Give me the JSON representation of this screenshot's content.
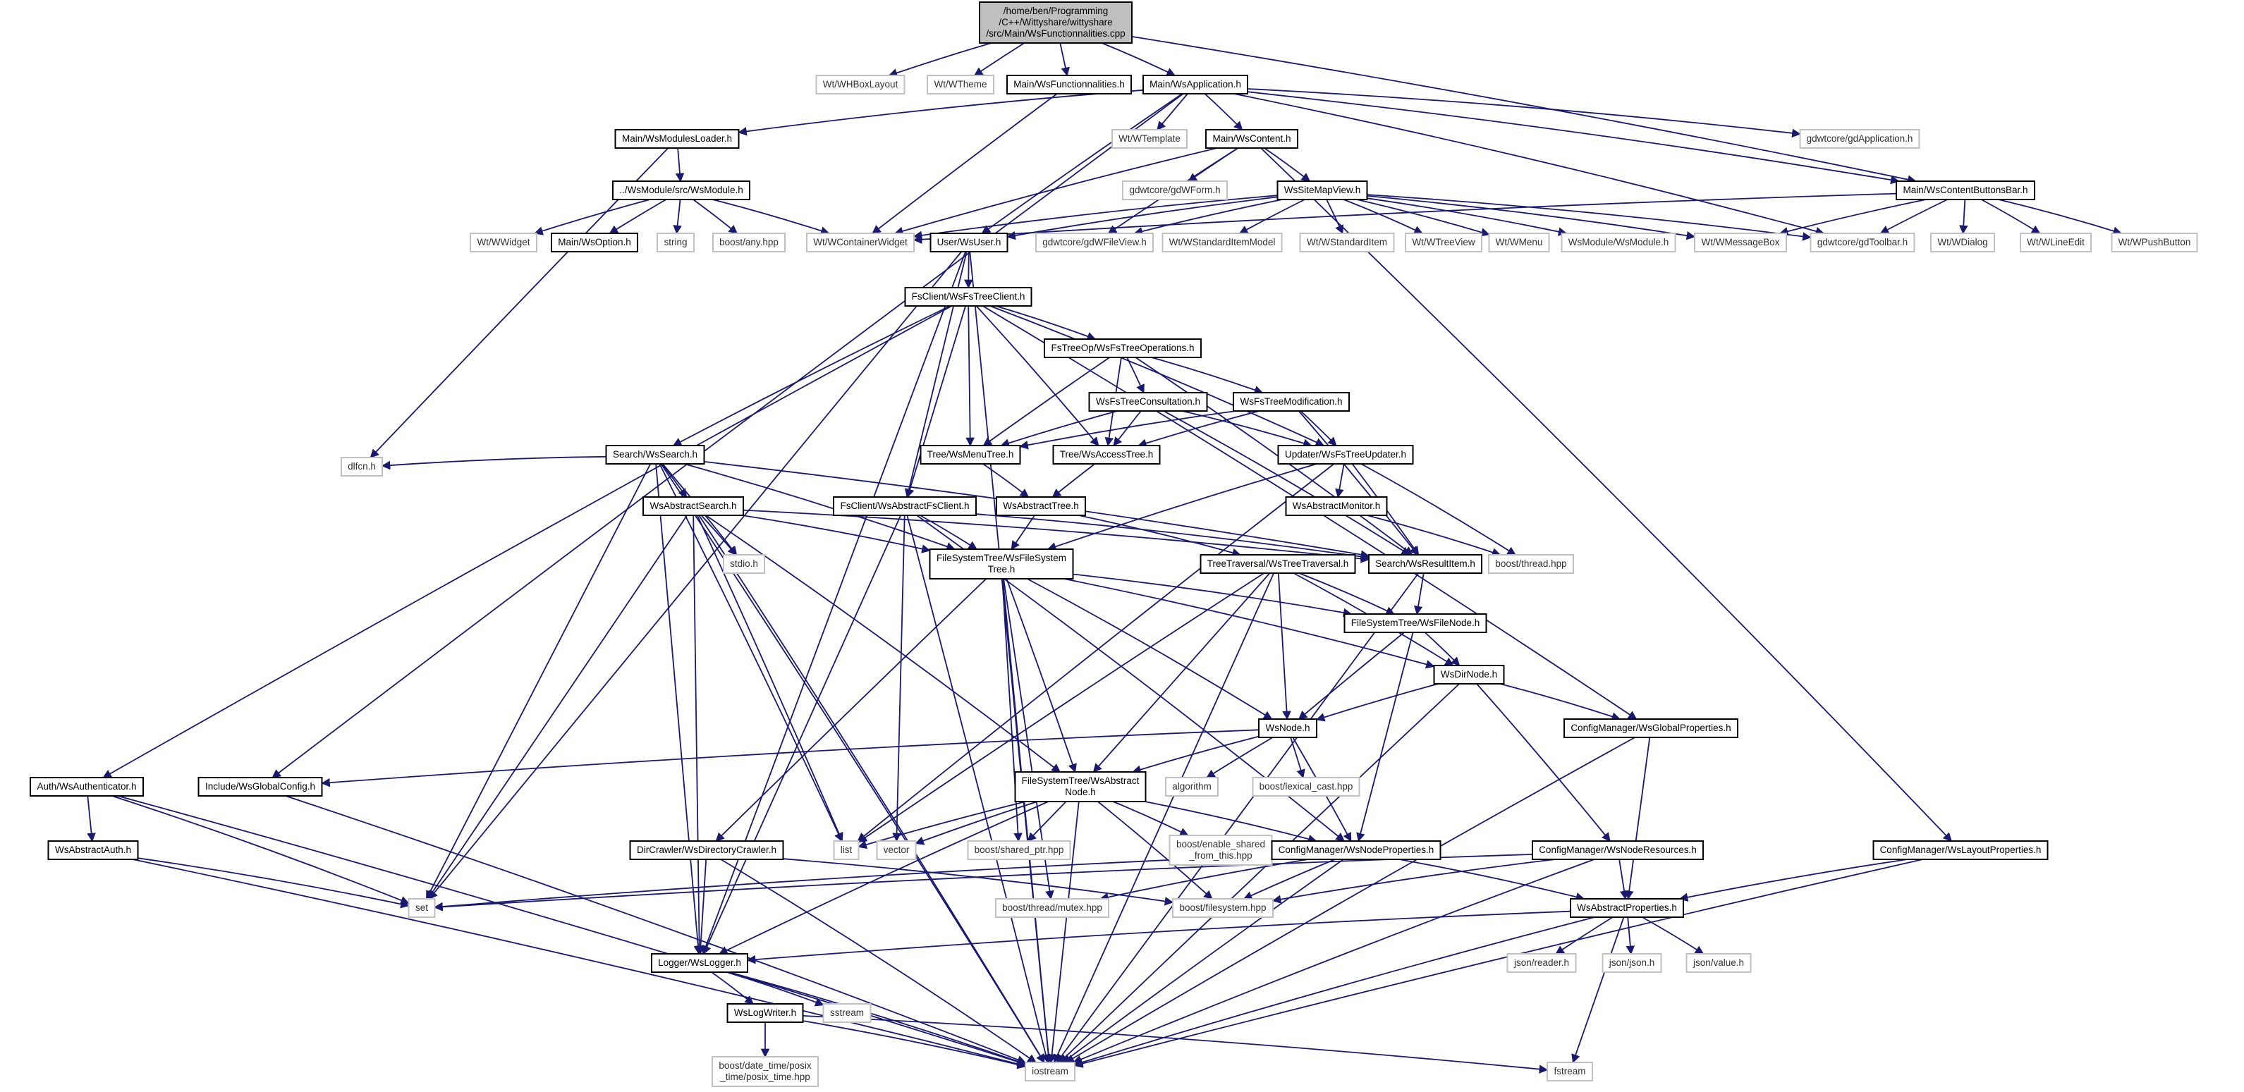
{
  "graph": {
    "root": "n_root",
    "colors": {
      "edge": "#191970",
      "local_border": "#000000",
      "external_border": "#c0c0c0",
      "root_fill": "#bfbfbf",
      "node_fill": "#ffffff"
    },
    "nodes": [
      {
        "id": "n_root",
        "label": "/home/ben/Programming\n/C++/Wittyshare/wittyshare\n/src/Main/WsFunctionnalities.cpp",
        "kind": "root"
      },
      {
        "id": "n_hbox",
        "label": "Wt/WHBoxLayout",
        "kind": "external"
      },
      {
        "id": "n_theme",
        "label": "Wt/WTheme",
        "kind": "external"
      },
      {
        "id": "n_wsfunc",
        "label": "Main/WsFunctionnalities.h",
        "kind": "local"
      },
      {
        "id": "n_wsapp",
        "label": "Main/WsApplication.h",
        "kind": "local"
      },
      {
        "id": "n_wscbb",
        "label": "Main/WsContentButtonsBar.h",
        "kind": "local"
      },
      {
        "id": "n_modloader",
        "label": "Main/WsModulesLoader.h",
        "kind": "local"
      },
      {
        "id": "n_wtemplate",
        "label": "Wt/WTemplate",
        "kind": "external"
      },
      {
        "id": "n_wscontent",
        "label": "Main/WsContent.h",
        "kind": "local"
      },
      {
        "id": "n_gdapp",
        "label": "gdwtcore/gdApplication.h",
        "kind": "external"
      },
      {
        "id": "n_wsmodule",
        "label": "../WsModule/src/WsModule.h",
        "kind": "local"
      },
      {
        "id": "n_gdwform",
        "label": "gdwtcore/gdWForm.h",
        "kind": "external"
      },
      {
        "id": "n_sitemap",
        "label": "WsSiteMapView.h",
        "kind": "local"
      },
      {
        "id": "n_wwidget",
        "label": "Wt/WWidget",
        "kind": "external"
      },
      {
        "id": "n_wsoption",
        "label": "Main/WsOption.h",
        "kind": "local"
      },
      {
        "id": "n_string",
        "label": "string",
        "kind": "external"
      },
      {
        "id": "n_boostany",
        "label": "boost/any.hpp",
        "kind": "external"
      },
      {
        "id": "n_wcontainer",
        "label": "Wt/WContainerWidget",
        "kind": "external"
      },
      {
        "id": "n_wsuser",
        "label": "User/WsUser.h",
        "kind": "local"
      },
      {
        "id": "n_gdfileview",
        "label": "gdwtcore/gdWFileView.h",
        "kind": "external"
      },
      {
        "id": "n_stditemmodel",
        "label": "Wt/WStandardItemModel",
        "kind": "external"
      },
      {
        "id": "n_stditem",
        "label": "Wt/WStandardItem",
        "kind": "external"
      },
      {
        "id": "n_wtreeview",
        "label": "Wt/WTreeView",
        "kind": "external"
      },
      {
        "id": "n_wmenu",
        "label": "Wt/WMenu",
        "kind": "external"
      },
      {
        "id": "n_wsmodmodule",
        "label": "WsModule/WsModule.h",
        "kind": "external"
      },
      {
        "id": "n_wmsgbox",
        "label": "Wt/WMessageBox",
        "kind": "external"
      },
      {
        "id": "n_gdtoolbar",
        "label": "gdwtcore/gdToolbar.h",
        "kind": "external"
      },
      {
        "id": "n_wdialog",
        "label": "Wt/WDialog",
        "kind": "external"
      },
      {
        "id": "n_wlineedit",
        "label": "Wt/WLineEdit",
        "kind": "external"
      },
      {
        "id": "n_wpushbutton",
        "label": "Wt/WPushButton",
        "kind": "external"
      },
      {
        "id": "n_fstreeclient",
        "label": "FsClient/WsFsTreeClient.h",
        "kind": "local"
      },
      {
        "id": "n_fstreeops",
        "label": "FsTreeOp/WsFsTreeOperations.h",
        "kind": "local"
      },
      {
        "id": "n_fsconsult",
        "label": "WsFsTreeConsultation.h",
        "kind": "local"
      },
      {
        "id": "n_fsmodif",
        "label": "WsFsTreeModification.h",
        "kind": "local"
      },
      {
        "id": "n_search",
        "label": "Search/WsSearch.h",
        "kind": "local"
      },
      {
        "id": "n_menutree",
        "label": "Tree/WsMenuTree.h",
        "kind": "local"
      },
      {
        "id": "n_accesstree",
        "label": "Tree/WsAccessTree.h",
        "kind": "local"
      },
      {
        "id": "n_updater",
        "label": "Updater/WsFsTreeUpdater.h",
        "kind": "local"
      },
      {
        "id": "n_dlfcn",
        "label": "dlfcn.h",
        "kind": "external"
      },
      {
        "id": "n_abssearch",
        "label": "WsAbstractSearch.h",
        "kind": "local"
      },
      {
        "id": "n_absfsclient",
        "label": "FsClient/WsAbstractFsClient.h",
        "kind": "local"
      },
      {
        "id": "n_abstree",
        "label": "WsAbstractTree.h",
        "kind": "local"
      },
      {
        "id": "n_absmonitor",
        "label": "WsAbstractMonitor.h",
        "kind": "local"
      },
      {
        "id": "n_stdio",
        "label": "stdio.h",
        "kind": "external"
      },
      {
        "id": "n_fstree",
        "label": "FileSystemTree/WsFileSystem\nTree.h",
        "kind": "local"
      },
      {
        "id": "n_resultitem",
        "label": "Search/WsResultItem.h",
        "kind": "local"
      },
      {
        "id": "n_boostthread",
        "label": "boost/thread.hpp",
        "kind": "external"
      },
      {
        "id": "n_treetrav",
        "label": "TreeTraversal/WsTreeTraversal.h",
        "kind": "local"
      },
      {
        "id": "n_filenode",
        "label": "FileSystemTree/WsFileNode.h",
        "kind": "local"
      },
      {
        "id": "n_dirnode",
        "label": "WsDirNode.h",
        "kind": "local"
      },
      {
        "id": "n_wsnode",
        "label": "WsNode.h",
        "kind": "local"
      },
      {
        "id": "n_globalprops",
        "label": "ConfigManager/WsGlobalProperties.h",
        "kind": "local"
      },
      {
        "id": "n_authn",
        "label": "Auth/WsAuthenticator.h",
        "kind": "local"
      },
      {
        "id": "n_globalconfig",
        "label": "Include/WsGlobalConfig.h",
        "kind": "local"
      },
      {
        "id": "n_absnode",
        "label": "FileSystemTree/WsAbstract\nNode.h",
        "kind": "local"
      },
      {
        "id": "n_algorithm",
        "label": "algorithm",
        "kind": "external"
      },
      {
        "id": "n_lexcast",
        "label": "boost/lexical_cast.hpp",
        "kind": "external"
      },
      {
        "id": "n_absauth",
        "label": "WsAbstractAuth.h",
        "kind": "local"
      },
      {
        "id": "n_dircrawler",
        "label": "DirCrawler/WsDirectoryCrawler.h",
        "kind": "local"
      },
      {
        "id": "n_list",
        "label": "list",
        "kind": "external"
      },
      {
        "id": "n_vector",
        "label": "vector",
        "kind": "external"
      },
      {
        "id": "n_sharedptr",
        "label": "boost/shared_ptr.hpp",
        "kind": "external"
      },
      {
        "id": "n_enableshared",
        "label": "boost/enable_shared\n_from_this.hpp",
        "kind": "external"
      },
      {
        "id": "n_nodeprops",
        "label": "ConfigManager/WsNodeProperties.h",
        "kind": "local"
      },
      {
        "id": "n_noderes",
        "label": "ConfigManager/WsNodeResources.h",
        "kind": "local"
      },
      {
        "id": "n_layoutprops",
        "label": "ConfigManager/WsLayoutProperties.h",
        "kind": "local"
      },
      {
        "id": "n_set",
        "label": "set",
        "kind": "external"
      },
      {
        "id": "n_mutex",
        "label": "boost/thread/mutex.hpp",
        "kind": "external"
      },
      {
        "id": "n_filesystem",
        "label": "boost/filesystem.hpp",
        "kind": "external"
      },
      {
        "id": "n_absprops",
        "label": "WsAbstractProperties.h",
        "kind": "local"
      },
      {
        "id": "n_logger",
        "label": "Logger/WsLogger.h",
        "kind": "local"
      },
      {
        "id": "n_jsonreader",
        "label": "json/reader.h",
        "kind": "external"
      },
      {
        "id": "n_jsonjson",
        "label": "json/json.h",
        "kind": "external"
      },
      {
        "id": "n_jsonvalue",
        "label": "json/value.h",
        "kind": "external"
      },
      {
        "id": "n_logwriter",
        "label": "WsLogWriter.h",
        "kind": "local"
      },
      {
        "id": "n_sstream",
        "label": "sstream",
        "kind": "external"
      },
      {
        "id": "n_posixtime",
        "label": "boost/date_time/posix\n_time/posix_time.hpp",
        "kind": "external"
      },
      {
        "id": "n_iostream",
        "label": "iostream",
        "kind": "external"
      },
      {
        "id": "n_fstream",
        "label": "fstream",
        "kind": "external"
      }
    ],
    "edges": [
      [
        "n_root",
        "n_hbox"
      ],
      [
        "n_root",
        "n_theme"
      ],
      [
        "n_root",
        "n_wsfunc"
      ],
      [
        "n_root",
        "n_wsapp"
      ],
      [
        "n_root",
        "n_wscbb"
      ],
      [
        "n_wsfunc",
        "n_wcontainer"
      ],
      [
        "n_wsapp",
        "n_modloader"
      ],
      [
        "n_wsapp",
        "n_wtemplate"
      ],
      [
        "n_wsapp",
        "n_wscontent"
      ],
      [
        "n_wsapp",
        "n_gdapp"
      ],
      [
        "n_wsapp",
        "n_wscbb"
      ],
      [
        "n_wsapp",
        "n_globalconfig"
      ],
      [
        "n_wsapp",
        "n_wsuser"
      ],
      [
        "n_wsapp",
        "n_gdtoolbar"
      ],
      [
        "n_modloader",
        "n_wsmodule"
      ],
      [
        "n_modloader",
        "n_dlfcn"
      ],
      [
        "n_wsmodule",
        "n_wwidget"
      ],
      [
        "n_wsmodule",
        "n_wsoption"
      ],
      [
        "n_wsmodule",
        "n_string"
      ],
      [
        "n_wsmodule",
        "n_boostany"
      ],
      [
        "n_wsmodule",
        "n_wcontainer"
      ],
      [
        "n_wscontent",
        "n_gdwform"
      ],
      [
        "n_wscontent",
        "n_sitemap"
      ],
      [
        "n_wscontent",
        "n_wcontainer"
      ],
      [
        "n_wscontent",
        "n_gdfileview"
      ],
      [
        "n_wscontent",
        "n_layoutprops"
      ],
      [
        "n_sitemap",
        "n_wcontainer"
      ],
      [
        "n_sitemap",
        "n_gdfileview"
      ],
      [
        "n_sitemap",
        "n_stditemmodel"
      ],
      [
        "n_sitemap",
        "n_stditem"
      ],
      [
        "n_sitemap",
        "n_wtreeview"
      ],
      [
        "n_sitemap",
        "n_wmenu"
      ],
      [
        "n_sitemap",
        "n_wsmodmodule"
      ],
      [
        "n_sitemap",
        "n_wmsgbox"
      ],
      [
        "n_sitemap",
        "n_gdtoolbar"
      ],
      [
        "n_sitemap",
        "n_wsuser"
      ],
      [
        "n_wscbb",
        "n_wcontainer"
      ],
      [
        "n_wscbb",
        "n_wmsgbox"
      ],
      [
        "n_wscbb",
        "n_gdtoolbar"
      ],
      [
        "n_wscbb",
        "n_wdialog"
      ],
      [
        "n_wscbb",
        "n_wlineedit"
      ],
      [
        "n_wscbb",
        "n_wpushbutton"
      ],
      [
        "n_wsuser",
        "n_fstreeclient"
      ],
      [
        "n_wsuser",
        "n_absfsclient"
      ],
      [
        "n_wsuser",
        "n_logger"
      ],
      [
        "n_wsuser",
        "n_set"
      ],
      [
        "n_wsuser",
        "n_iostream"
      ],
      [
        "n_fstreeclient",
        "n_fstreeops"
      ],
      [
        "n_fstreeclient",
        "n_search"
      ],
      [
        "n_fstreeclient",
        "n_menutree"
      ],
      [
        "n_fstreeclient",
        "n_accesstree"
      ],
      [
        "n_fstreeclient",
        "n_updater"
      ],
      [
        "n_fstreeclient",
        "n_absfsclient"
      ],
      [
        "n_fstreeclient",
        "n_authn"
      ],
      [
        "n_fstreeclient",
        "n_globalprops"
      ],
      [
        "n_fstreeops",
        "n_fsconsult"
      ],
      [
        "n_fstreeops",
        "n_fsmodif"
      ],
      [
        "n_fstreeops",
        "n_menutree"
      ],
      [
        "n_fstreeops",
        "n_accesstree"
      ],
      [
        "n_fstreeops",
        "n_resultitem"
      ],
      [
        "n_fsconsult",
        "n_menutree"
      ],
      [
        "n_fsconsult",
        "n_accesstree"
      ],
      [
        "n_fsconsult",
        "n_updater"
      ],
      [
        "n_fsconsult",
        "n_resultitem"
      ],
      [
        "n_fsmodif",
        "n_menutree"
      ],
      [
        "n_fsmodif",
        "n_accesstree"
      ],
      [
        "n_fsmodif",
        "n_updater"
      ],
      [
        "n_fsmodif",
        "n_resultitem"
      ],
      [
        "n_menutree",
        "n_abstree"
      ],
      [
        "n_accesstree",
        "n_abstree"
      ],
      [
        "n_updater",
        "n_absmonitor"
      ],
      [
        "n_updater",
        "n_boostthread"
      ],
      [
        "n_updater",
        "n_fstree"
      ],
      [
        "n_updater",
        "n_resultitem"
      ],
      [
        "n_updater",
        "n_list"
      ],
      [
        "n_absmonitor",
        "n_boostthread"
      ],
      [
        "n_search",
        "n_abssearch"
      ],
      [
        "n_search",
        "n_dlfcn"
      ],
      [
        "n_search",
        "n_stdio"
      ],
      [
        "n_search",
        "n_fstree"
      ],
      [
        "n_search",
        "n_resultitem"
      ],
      [
        "n_search",
        "n_set"
      ],
      [
        "n_search",
        "n_list"
      ],
      [
        "n_search",
        "n_logger"
      ],
      [
        "n_search",
        "n_iostream"
      ],
      [
        "n_abssearch",
        "n_stdio"
      ],
      [
        "n_abssearch",
        "n_fstree"
      ],
      [
        "n_abssearch",
        "n_resultitem"
      ],
      [
        "n_abssearch",
        "n_set"
      ],
      [
        "n_abssearch",
        "n_list"
      ],
      [
        "n_abssearch",
        "n_logger"
      ],
      [
        "n_abssearch",
        "n_iostream"
      ],
      [
        "n_abssearch",
        "n_absnode"
      ],
      [
        "n_absfsclient",
        "n_fstree"
      ],
      [
        "n_absfsclient",
        "n_resultitem"
      ],
      [
        "n_absfsclient",
        "n_nodeprops"
      ],
      [
        "n_absfsclient",
        "n_vector"
      ],
      [
        "n_absfsclient",
        "n_logger"
      ],
      [
        "n_absfsclient",
        "n_iostream"
      ],
      [
        "n_abstree",
        "n_fstree"
      ],
      [
        "n_abstree",
        "n_treetrav"
      ],
      [
        "n_fstree",
        "n_filenode"
      ],
      [
        "n_fstree",
        "n_dirnode"
      ],
      [
        "n_fstree",
        "n_wsnode"
      ],
      [
        "n_fstree",
        "n_absnode"
      ],
      [
        "n_fstree",
        "n_dircrawler"
      ],
      [
        "n_fstree",
        "n_sharedptr"
      ],
      [
        "n_fstree",
        "n_mutex"
      ],
      [
        "n_fstree",
        "n_iostream"
      ],
      [
        "n_resultitem",
        "n_filenode"
      ],
      [
        "n_resultitem",
        "n_iostream"
      ],
      [
        "n_treetrav",
        "n_filenode"
      ],
      [
        "n_treetrav",
        "n_dirnode"
      ],
      [
        "n_treetrav",
        "n_wsnode"
      ],
      [
        "n_treetrav",
        "n_absnode"
      ],
      [
        "n_treetrav",
        "n_list"
      ],
      [
        "n_treetrav",
        "n_iostream"
      ],
      [
        "n_filenode",
        "n_dirnode"
      ],
      [
        "n_filenode",
        "n_wsnode"
      ],
      [
        "n_filenode",
        "n_nodeprops"
      ],
      [
        "n_dirnode",
        "n_wsnode"
      ],
      [
        "n_dirnode",
        "n_globalprops"
      ],
      [
        "n_dirnode",
        "n_noderes"
      ],
      [
        "n_dirnode",
        "n_iostream"
      ],
      [
        "n_wsnode",
        "n_absnode"
      ],
      [
        "n_wsnode",
        "n_algorithm"
      ],
      [
        "n_wsnode",
        "n_lexcast"
      ],
      [
        "n_wsnode",
        "n_nodeprops"
      ],
      [
        "n_wsnode",
        "n_globalconfig"
      ],
      [
        "n_globalprops",
        "n_absprops"
      ],
      [
        "n_globalprops",
        "n_iostream"
      ],
      [
        "n_authn",
        "n_absauth"
      ],
      [
        "n_authn",
        "n_set"
      ],
      [
        "n_authn",
        "n_iostream"
      ],
      [
        "n_globalconfig",
        "n_iostream"
      ],
      [
        "n_absauth",
        "n_set"
      ],
      [
        "n_absauth",
        "n_iostream"
      ],
      [
        "n_absnode",
        "n_list"
      ],
      [
        "n_absnode",
        "n_vector"
      ],
      [
        "n_absnode",
        "n_sharedptr"
      ],
      [
        "n_absnode",
        "n_enableshared"
      ],
      [
        "n_absnode",
        "n_nodeprops"
      ],
      [
        "n_absnode",
        "n_filesystem"
      ],
      [
        "n_absnode",
        "n_logger"
      ],
      [
        "n_absnode",
        "n_iostream"
      ],
      [
        "n_dircrawler",
        "n_logger"
      ],
      [
        "n_dircrawler",
        "n_filesystem"
      ],
      [
        "n_dircrawler",
        "n_iostream"
      ],
      [
        "n_nodeprops",
        "n_set"
      ],
      [
        "n_nodeprops",
        "n_mutex"
      ],
      [
        "n_nodeprops",
        "n_filesystem"
      ],
      [
        "n_nodeprops",
        "n_absprops"
      ],
      [
        "n_nodeprops",
        "n_iostream"
      ],
      [
        "n_noderes",
        "n_set"
      ],
      [
        "n_noderes",
        "n_filesystem"
      ],
      [
        "n_noderes",
        "n_absprops"
      ],
      [
        "n_noderes",
        "n_iostream"
      ],
      [
        "n_layoutprops",
        "n_absprops"
      ],
      [
        "n_layoutprops",
        "n_iostream"
      ],
      [
        "n_absprops",
        "n_logger"
      ],
      [
        "n_absprops",
        "n_jsonreader"
      ],
      [
        "n_absprops",
        "n_jsonjson"
      ],
      [
        "n_absprops",
        "n_jsonvalue"
      ],
      [
        "n_absprops",
        "n_fstream"
      ],
      [
        "n_absprops",
        "n_iostream"
      ],
      [
        "n_logger",
        "n_logwriter"
      ],
      [
        "n_logger",
        "n_sstream"
      ],
      [
        "n_logger",
        "n_iostream"
      ],
      [
        "n_logwriter",
        "n_posixtime"
      ],
      [
        "n_logwriter",
        "n_iostream"
      ],
      [
        "n_logwriter",
        "n_fstream"
      ]
    ]
  }
}
